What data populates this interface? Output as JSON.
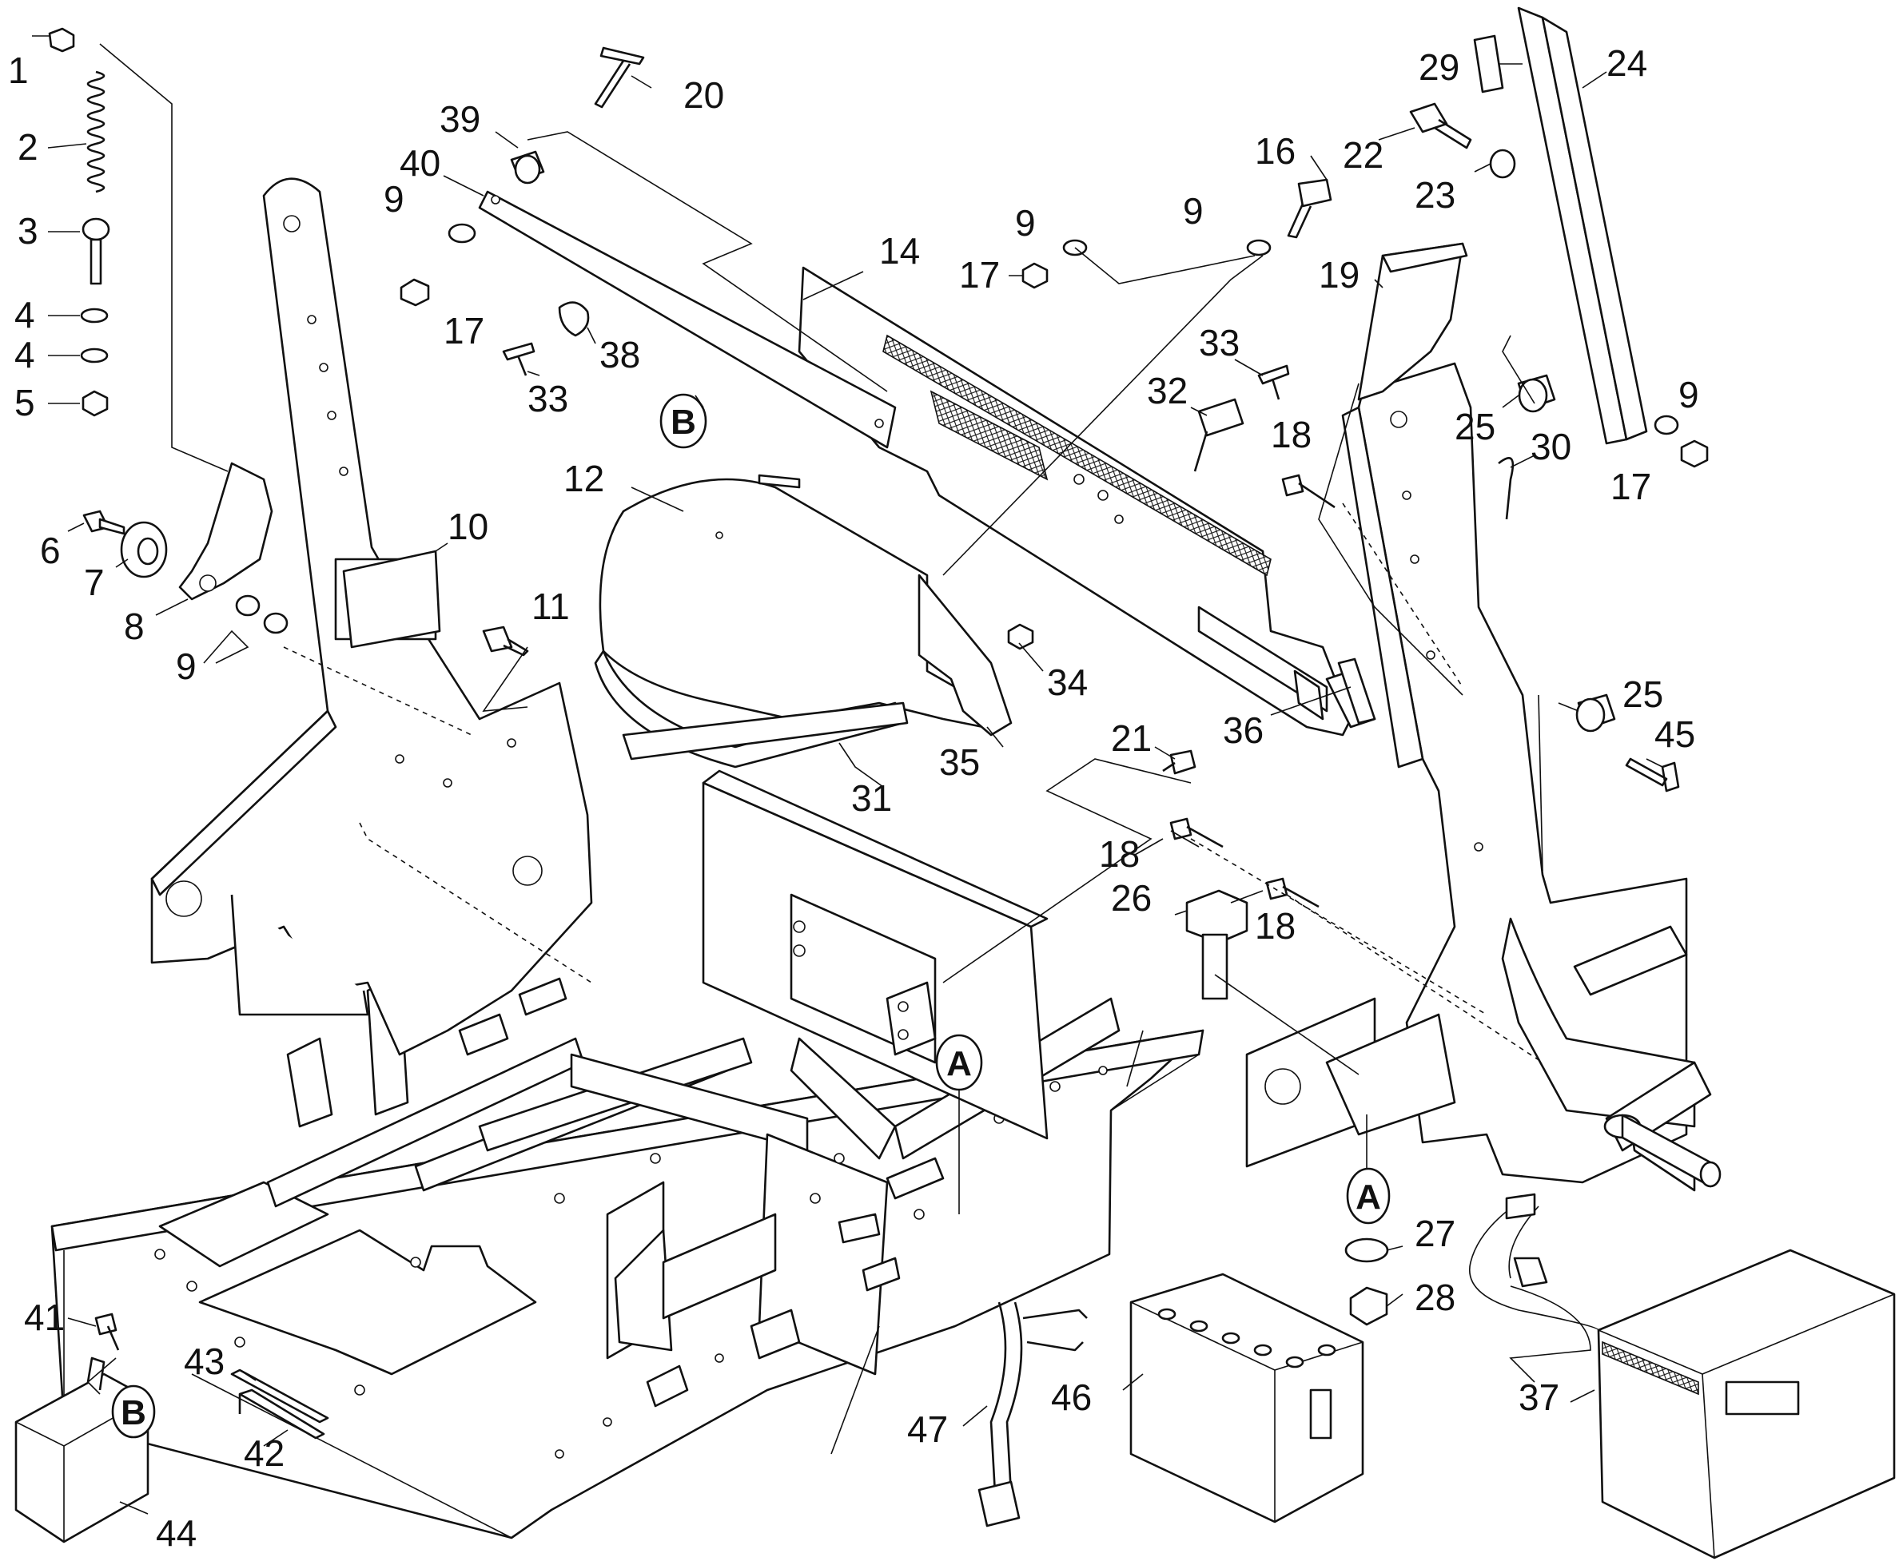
{
  "diagram": {
    "callouts": [
      {
        "id": "c1",
        "label": "1"
      },
      {
        "id": "c2",
        "label": "2"
      },
      {
        "id": "c3",
        "label": "3"
      },
      {
        "id": "c4a",
        "label": "4"
      },
      {
        "id": "c4b",
        "label": "4"
      },
      {
        "id": "c5",
        "label": "5"
      },
      {
        "id": "c6",
        "label": "6"
      },
      {
        "id": "c7",
        "label": "7"
      },
      {
        "id": "c8",
        "label": "8"
      },
      {
        "id": "c9a",
        "label": "9"
      },
      {
        "id": "c9b",
        "label": "9"
      },
      {
        "id": "c9c",
        "label": "9"
      },
      {
        "id": "c9d",
        "label": "9"
      },
      {
        "id": "c9e",
        "label": "9"
      },
      {
        "id": "c10",
        "label": "10"
      },
      {
        "id": "c11",
        "label": "11"
      },
      {
        "id": "c12",
        "label": "12"
      },
      {
        "id": "c14",
        "label": "14"
      },
      {
        "id": "c16",
        "label": "16"
      },
      {
        "id": "c17a",
        "label": "17"
      },
      {
        "id": "c17b",
        "label": "17"
      },
      {
        "id": "c17c",
        "label": "17"
      },
      {
        "id": "c18a",
        "label": "18"
      },
      {
        "id": "c18b",
        "label": "18"
      },
      {
        "id": "c18c",
        "label": "18"
      },
      {
        "id": "c19",
        "label": "19"
      },
      {
        "id": "c20",
        "label": "20"
      },
      {
        "id": "c21",
        "label": "21"
      },
      {
        "id": "c22",
        "label": "22"
      },
      {
        "id": "c23",
        "label": "23"
      },
      {
        "id": "c24",
        "label": "24"
      },
      {
        "id": "c25a",
        "label": "25"
      },
      {
        "id": "c25b",
        "label": "25"
      },
      {
        "id": "c26",
        "label": "26"
      },
      {
        "id": "c27",
        "label": "27"
      },
      {
        "id": "c28",
        "label": "28"
      },
      {
        "id": "c29",
        "label": "29"
      },
      {
        "id": "c30",
        "label": "30"
      },
      {
        "id": "c31",
        "label": "31"
      },
      {
        "id": "c32",
        "label": "32"
      },
      {
        "id": "c33a",
        "label": "33"
      },
      {
        "id": "c33b",
        "label": "33"
      },
      {
        "id": "c34",
        "label": "34"
      },
      {
        "id": "c35",
        "label": "35"
      },
      {
        "id": "c36",
        "label": "36"
      },
      {
        "id": "c37",
        "label": "37"
      },
      {
        "id": "c38",
        "label": "38"
      },
      {
        "id": "c39",
        "label": "39"
      },
      {
        "id": "c40",
        "label": "40"
      },
      {
        "id": "c41",
        "label": "41"
      },
      {
        "id": "c42",
        "label": "42"
      },
      {
        "id": "c43",
        "label": "43"
      },
      {
        "id": "c44",
        "label": "44"
      },
      {
        "id": "c45",
        "label": "45"
      },
      {
        "id": "c46",
        "label": "46"
      },
      {
        "id": "c47",
        "label": "47"
      }
    ],
    "references": [
      {
        "id": "rA1",
        "label": "A"
      },
      {
        "id": "rA2",
        "label": "A"
      },
      {
        "id": "rB1",
        "label": "B"
      },
      {
        "id": "rB2",
        "label": "B"
      }
    ]
  }
}
